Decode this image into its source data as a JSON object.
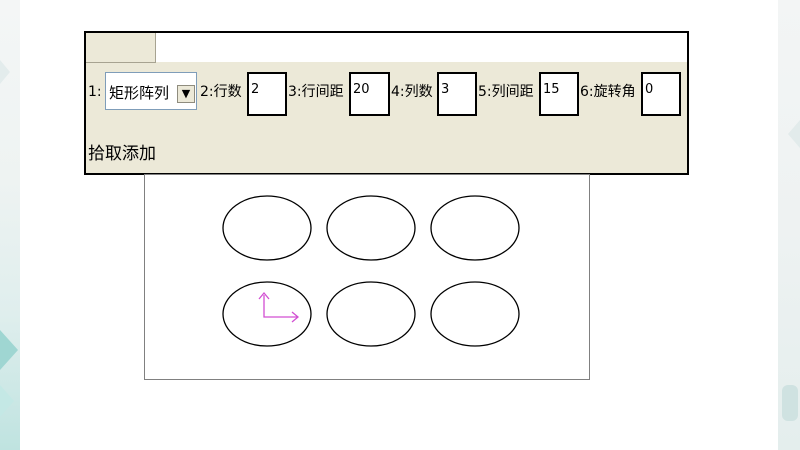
{
  "toolbar": {
    "options": [
      {
        "prefix": "1:",
        "value": "矩形阵列",
        "kind": "dropdown"
      },
      {
        "prefix": "2:行数",
        "value": "2",
        "kind": "input"
      },
      {
        "prefix": "3:行间距",
        "value": "20",
        "kind": "input"
      },
      {
        "prefix": "4:列数",
        "value": "3",
        "kind": "input"
      },
      {
        "prefix": "5:列间距",
        "value": "15",
        "kind": "input"
      },
      {
        "prefix": "6:旋转角",
        "value": "0",
        "kind": "input"
      }
    ],
    "command_prompt": "拾取添加",
    "dropdown_icon": "chevron-down-icon"
  },
  "canvas": {
    "grid": {
      "rows": 2,
      "cols": 3
    },
    "stroke_color": "#000000",
    "axis_color": "#d24fd2",
    "axis_icon": "ucs-axis-icon"
  }
}
